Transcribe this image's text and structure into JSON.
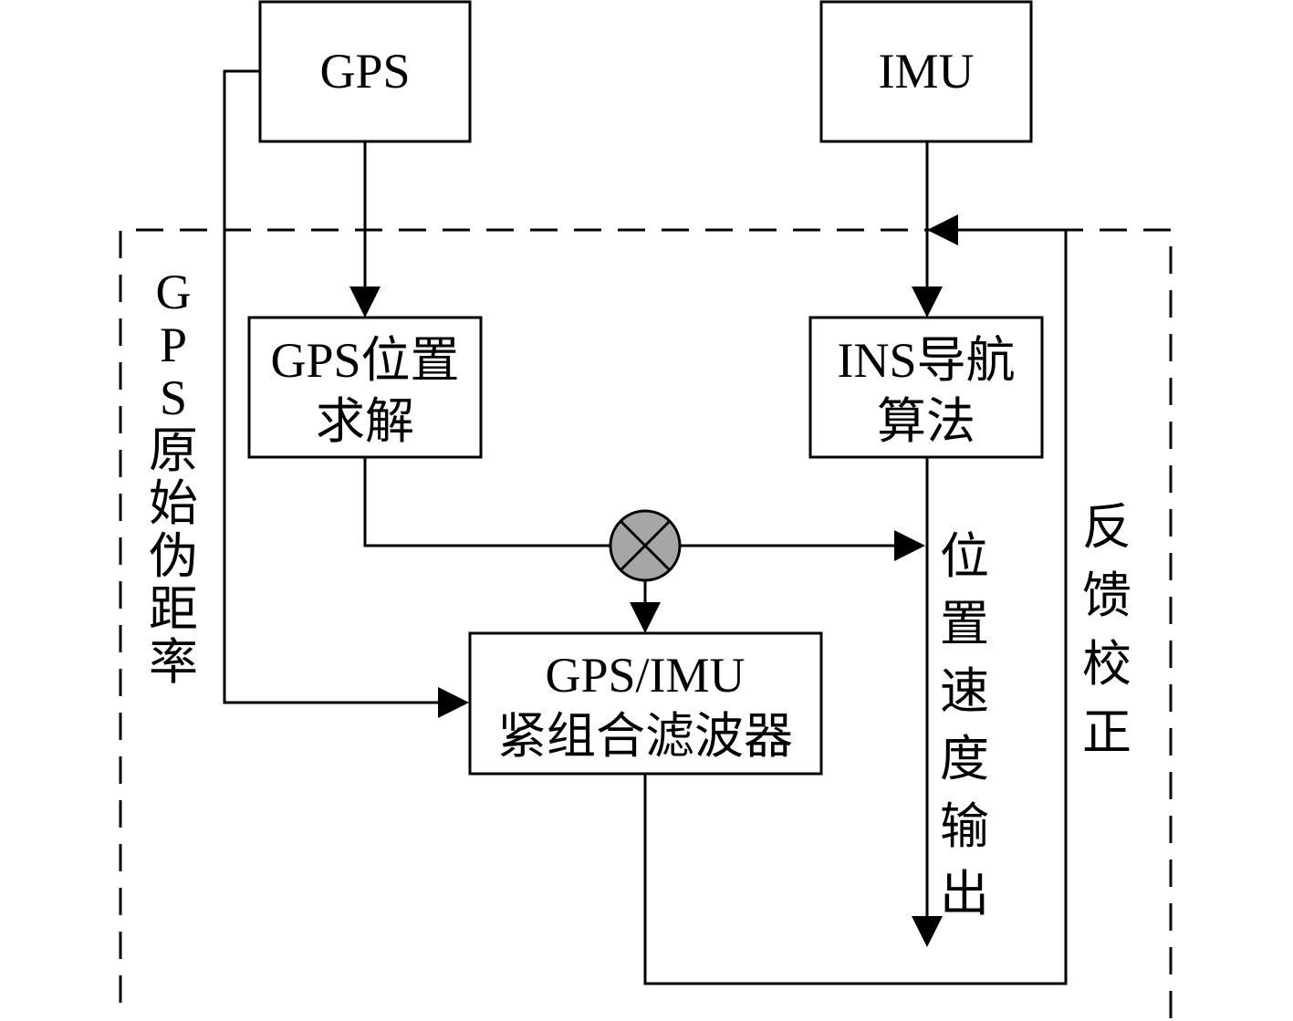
{
  "diagram": {
    "gps_box": {
      "label": "GPS"
    },
    "imu_box": {
      "label": "IMU"
    },
    "gps_position_box": {
      "line1": "GPS位置",
      "line2": "求解"
    },
    "ins_nav_box": {
      "line1": "INS导航",
      "line2": "算法"
    },
    "filter_box": {
      "line1": "GPS/IMU",
      "line2": "紧组合滤波器"
    },
    "combiner": {
      "icon": "multiply-circle-icon",
      "fill": "#a6a6a6"
    },
    "side_labels": {
      "pseudorange_rate": [
        "G",
        "P",
        "S",
        "原",
        "始",
        "伪",
        "距",
        "率"
      ],
      "position_velocity_output": [
        "位",
        "置",
        "速",
        "度",
        "输",
        "出"
      ],
      "feedback_correction": [
        "反",
        "馈",
        "校",
        "正"
      ]
    }
  }
}
